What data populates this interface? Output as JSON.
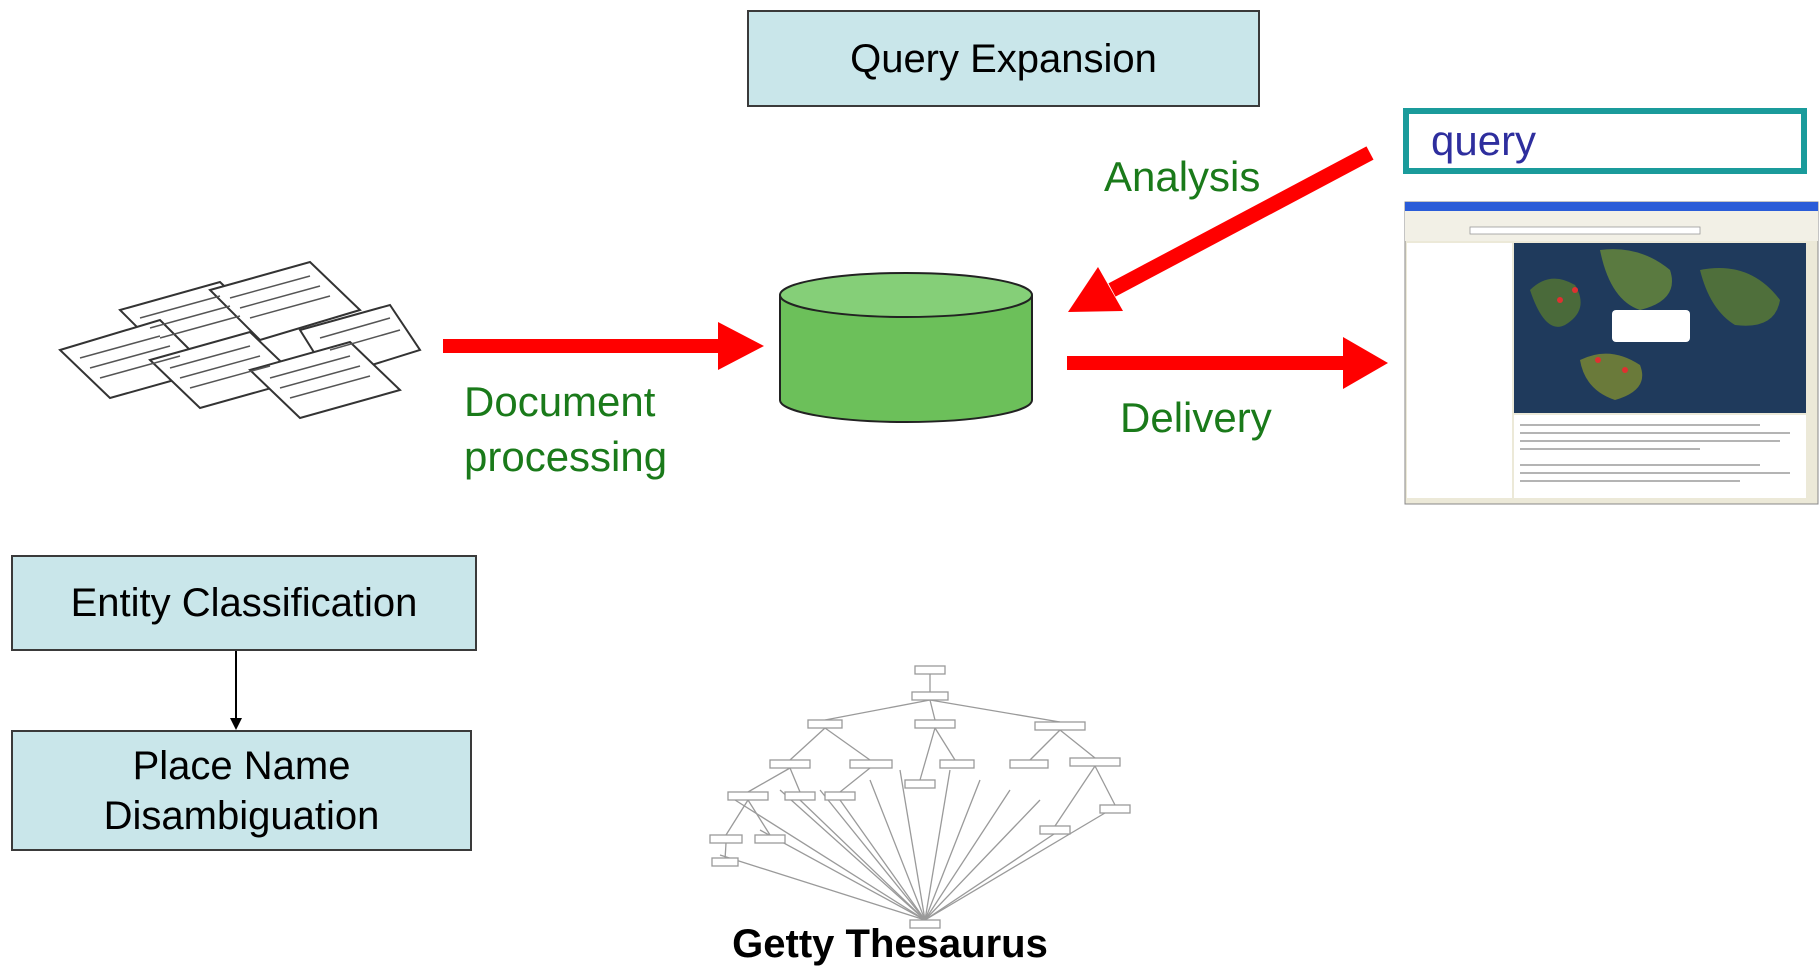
{
  "boxes": {
    "query_expansion": "Query Expansion",
    "entity_classification": "Entity Classification",
    "place_name_line1": "Place Name",
    "place_name_line2": "Disambiguation"
  },
  "labels": {
    "analysis": "Analysis",
    "document_line1": "Document",
    "document_line2": "processing",
    "delivery": "Delivery"
  },
  "query": "query",
  "thesaurus_caption": "Getty Thesaurus",
  "colors": {
    "box_fill": "#c9e6ea",
    "arrow": "#ff0000",
    "label_green": "#1a7a1a",
    "database": "#6cc05a",
    "query_border": "#1a9b9b",
    "query_text": "#2e2e9e"
  }
}
